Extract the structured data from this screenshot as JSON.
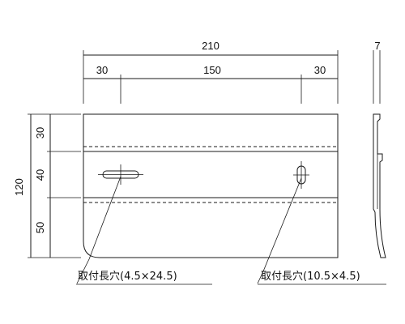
{
  "dimensions": {
    "overall_width": "210",
    "left_margin": "30",
    "center_span": "150",
    "right_margin": "30",
    "thickness": "7",
    "overall_height": "120",
    "top_section": "30",
    "middle_section": "40",
    "bottom_section": "50"
  },
  "callouts": {
    "left_slot": "取付長穴(4.5×24.5)",
    "right_slot": "取付長穴(10.5×4.5)"
  }
}
